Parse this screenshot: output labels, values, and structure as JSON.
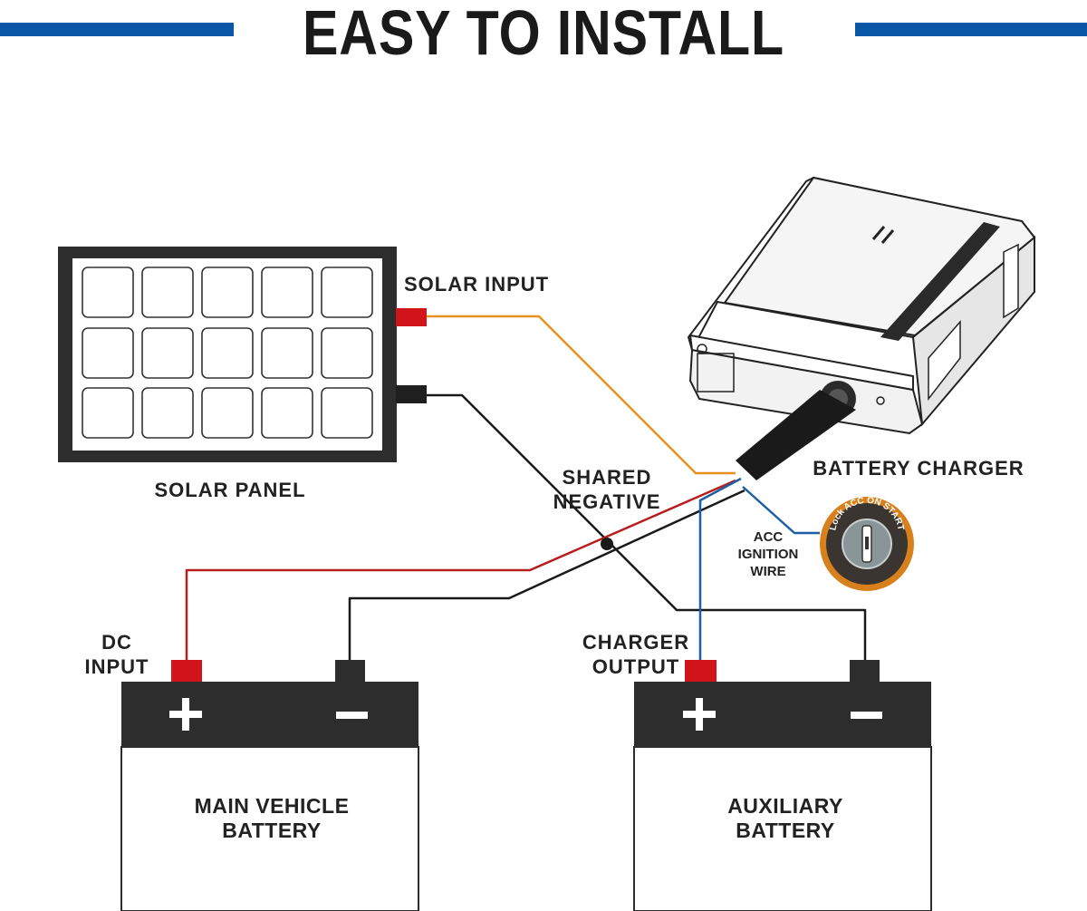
{
  "title": "EASY TO INSTALL",
  "colors": {
    "accent_bar": "#0a57a8",
    "dark": "#2d2d2d",
    "red_terminal": "#d0141a",
    "solar_wire": "#e8901e",
    "dc_wire": "#b81c1c",
    "acc_wire": "#1d5fa5",
    "neg_wire": "#1a1a1a"
  },
  "labels": {
    "solar_input": "SOLAR INPUT",
    "solar_panel": "SOLAR PANEL",
    "battery_charger": "BATTERY CHARGER",
    "shared_negative_line1": "SHARED",
    "shared_negative_line2": "NEGATIVE",
    "acc_line1": "ACC",
    "acc_line2": "IGNITION",
    "acc_line3": "WIRE",
    "dc_input_line1": "DC",
    "dc_input_line2": "INPUT",
    "charger_output_line1": "CHARGER",
    "charger_output_line2": "OUTPUT"
  },
  "batteries": {
    "main": {
      "line1": "MAIN VEHICLE",
      "line2": "BATTERY",
      "plus": "+",
      "minus": "−"
    },
    "aux": {
      "line1": "AUXILIARY",
      "line2": "BATTERY",
      "plus": "+",
      "minus": "−"
    }
  },
  "ignition_key": {
    "text": "Lock ACC ON START",
    "icon": "ignition-switch-icon"
  }
}
